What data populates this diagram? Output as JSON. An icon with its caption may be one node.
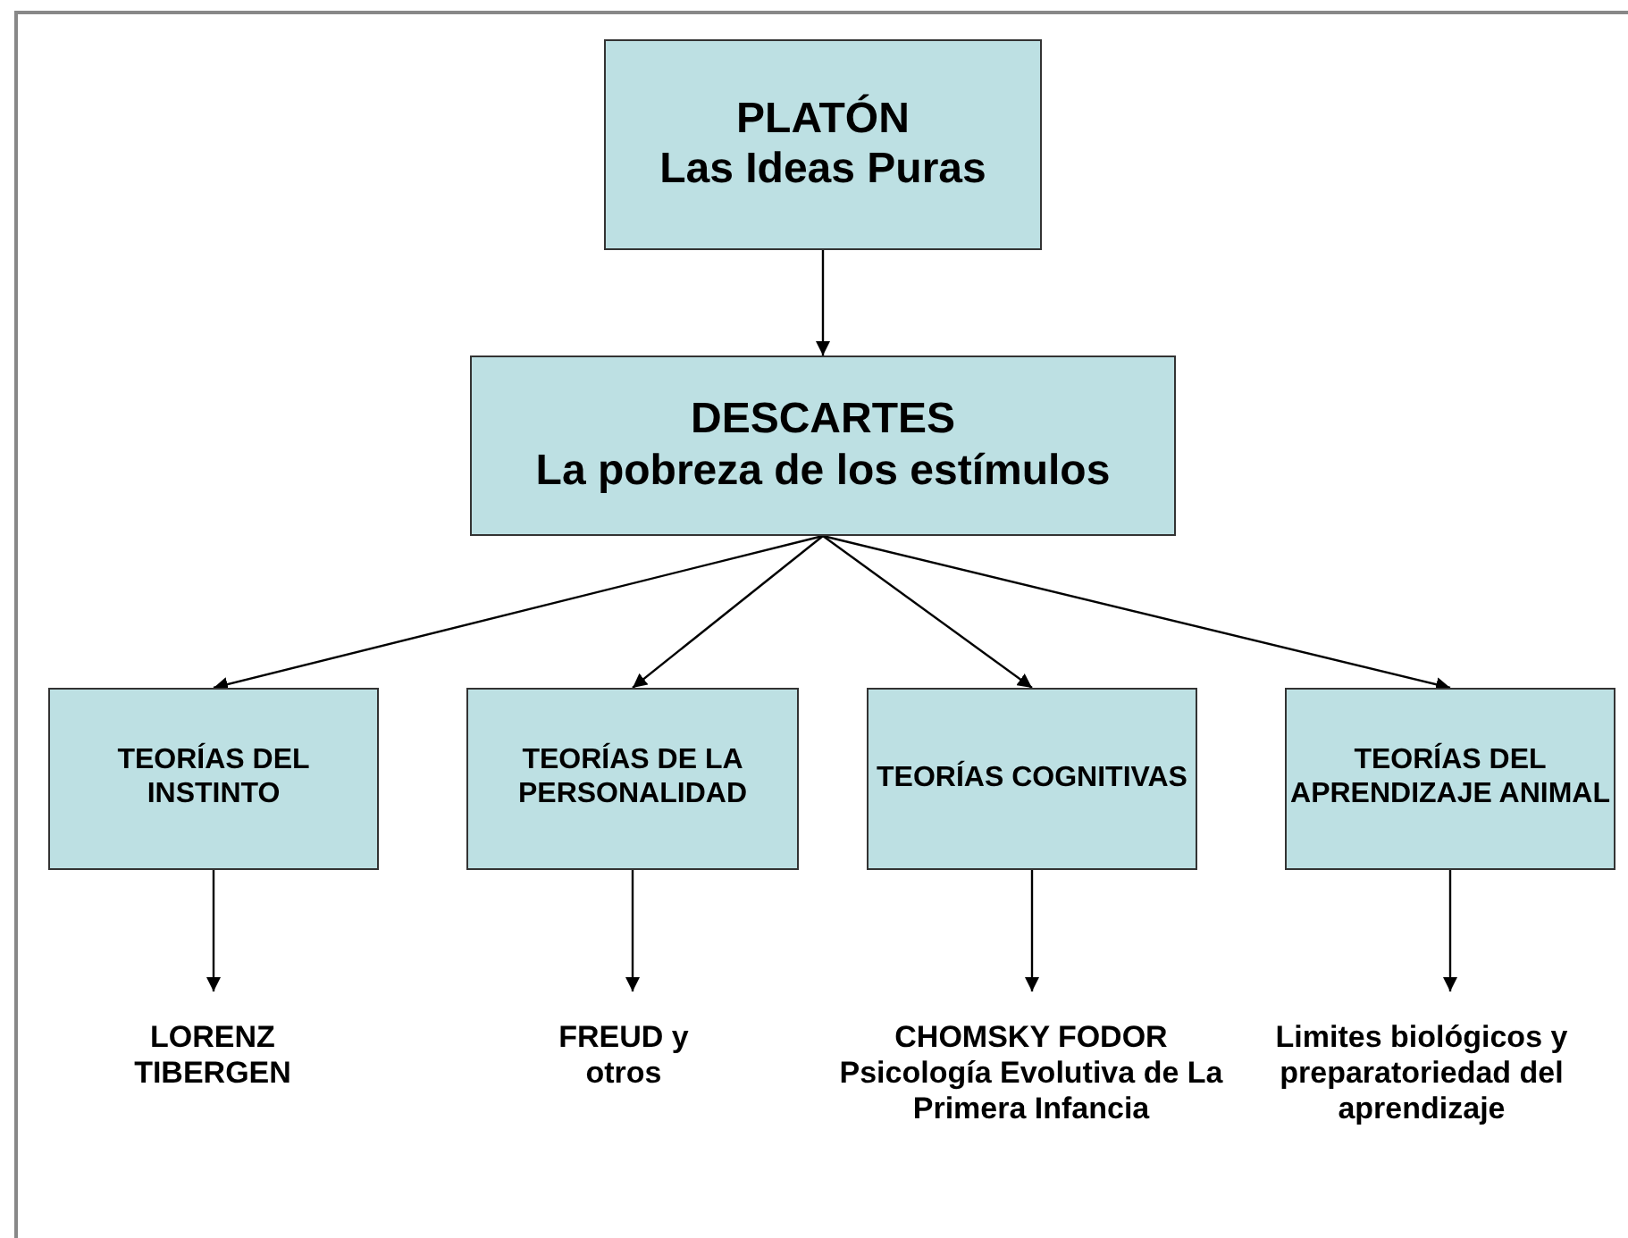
{
  "diagram": {
    "nodes": [
      {
        "text": [
          "PLATÓN",
          "Las Ideas Puras"
        ]
      },
      {
        "text": [
          "DESCARTES",
          "La pobreza de los estímulos"
        ]
      },
      {
        "text": [
          "TEORÍAS DEL INSTINTO"
        ]
      },
      {
        "text": [
          "TEORÍAS DE LA PERSONALIDAD"
        ]
      },
      {
        "text": [
          "TEORÍAS COGNITIVAS"
        ]
      },
      {
        "text": [
          "TEORÍAS DEL APRENDIZAJE ANIMAL"
        ]
      },
      {
        "text": [
          "LORENZ TIBERGEN"
        ]
      },
      {
        "text": [
          "FREUD y otros"
        ]
      },
      {
        "text": [
          "CHOMSKY FODOR Psicología Evolutiva de La Primera Infancia"
        ]
      },
      {
        "text": [
          "Limites biológicos y preparatoriedad del aprendizaje"
        ]
      }
    ],
    "edges": [
      {
        "from": 0,
        "to": 1,
        "arrow": "to"
      },
      {
        "from": 1,
        "to": 2,
        "arrow": "to"
      },
      {
        "from": 1,
        "to": 3,
        "arrow": "to"
      },
      {
        "from": 1,
        "to": 4,
        "arrow": "to"
      },
      {
        "from": 1,
        "to": 5,
        "arrow": "to"
      },
      {
        "from": 2,
        "to": 6,
        "arrow": "to"
      },
      {
        "from": 3,
        "to": 7,
        "arrow": "to"
      },
      {
        "from": 4,
        "to": 8,
        "arrow": "to"
      },
      {
        "from": 5,
        "to": 9,
        "arrow": "to"
      }
    ]
  }
}
